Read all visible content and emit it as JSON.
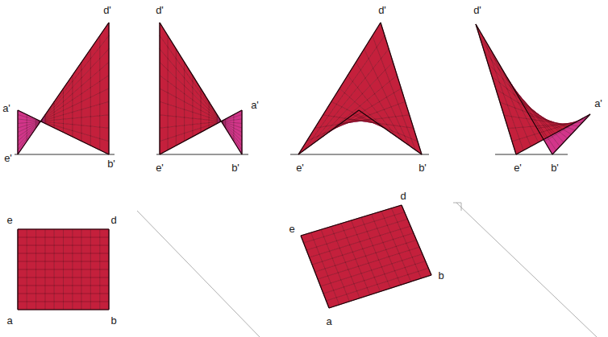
{
  "diagram": {
    "labels": [
      "d'",
      "a'",
      "e'",
      "b'",
      "e",
      "d",
      "a",
      "b",
      "d'",
      "e'",
      "b'",
      "a'",
      "d'",
      "e'",
      "b'",
      "d",
      "e",
      "b",
      "a",
      "d'",
      "a'",
      "e'",
      "b'"
    ]
  }
}
